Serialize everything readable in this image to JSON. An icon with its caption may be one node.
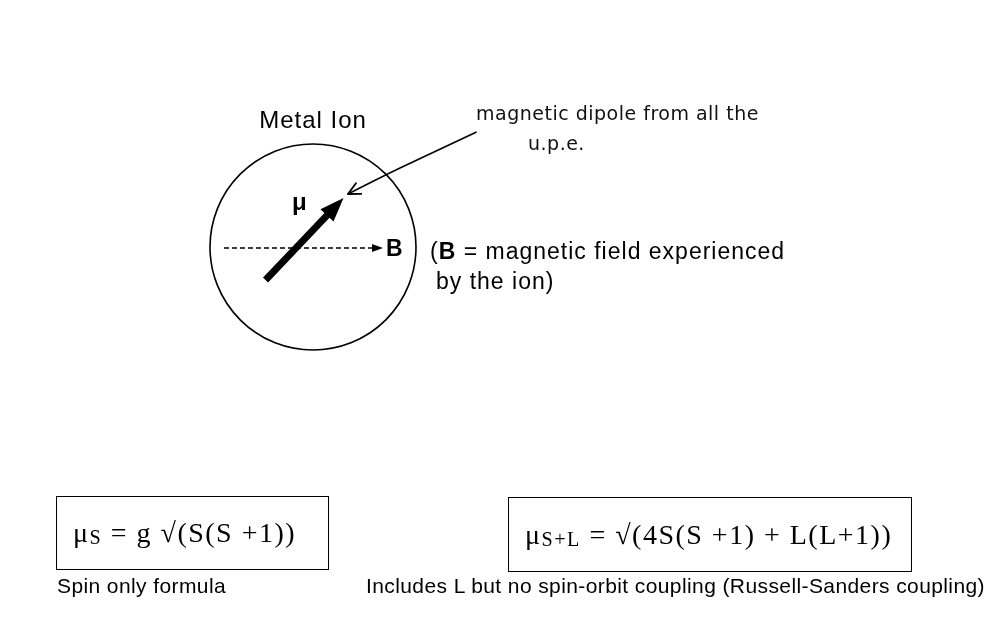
{
  "diagram": {
    "nodes": [
      {
        "text": [
          "magnetic dipole from all the u.p.e."
        ]
      },
      {
        "text": [
          "Metal Ion"
        ]
      },
      {
        "text": [],
        "shape": "arrow",
        "in": 1,
        "beside": [
          "μ"
        ]
      },
      {
        "text": [
          "μ$_{S}$ = g √(S(S +1))"
        ],
        "beside": [
          "Spin only formula"
        ]
      },
      {
        "text": [
          "μ$_{S+L}$ = √(4S(S +1) + L(L+1))"
        ],
        "beside": [
          "Includes L but no spin-orbit coupling (Russell-Sanders coupling)"
        ]
      }
    ],
    "edges": [
      {
        "from": 0,
        "to": 2,
        "arrow": "to"
      }
    ],
    "labels": [
      "B",
      "(**B** = magnetic field experienced by the ion)"
    ]
  }
}
